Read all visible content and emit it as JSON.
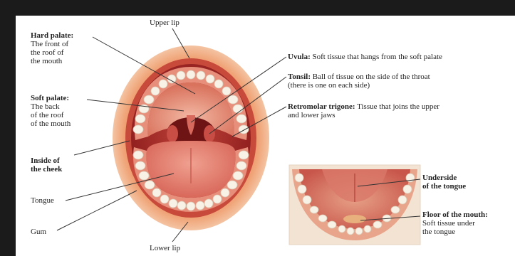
{
  "labels": {
    "upper_lip": "Upper lip",
    "lower_lip": "Lower lip",
    "hard_palate": {
      "title": "Hard palate:",
      "desc": [
        "The front of",
        "the roof of",
        "the mouth"
      ]
    },
    "soft_palate": {
      "title": "Soft palate:",
      "desc": [
        "The back",
        "of the roof",
        "of the mouth"
      ]
    },
    "inside_cheek": [
      "Inside of",
      "the cheek"
    ],
    "tongue": "Tongue",
    "gum": "Gum",
    "uvula": {
      "title": "Uvula:",
      "desc": "Soft tissue that hangs from the soft palate"
    },
    "tonsil": {
      "title": "Tonsil:",
      "desc1": "Ball of tissue on the side of the throat",
      "desc2": "(there is one on each side)"
    },
    "retromolar": {
      "title": "Retromolar trigone:",
      "desc1": "Tissue that joins the upper",
      "desc2": "and lower jaws"
    },
    "underside_tongue": [
      "Underside",
      "of the tongue"
    ],
    "floor_mouth": {
      "title": "Floor of the mouth:",
      "desc": [
        "Soft tissue under",
        "the tongue"
      ]
    }
  },
  "colors": {
    "lip_outer": "#f2c39b",
    "lip_mid": "#e88a5a",
    "mouth_cavity": "#b8322c",
    "tongue": "#e0766a",
    "palate": "#e9a08c",
    "tooth": "#f8f1e6",
    "leader_line": "#333333",
    "inset_border": "#e6d3c0"
  }
}
